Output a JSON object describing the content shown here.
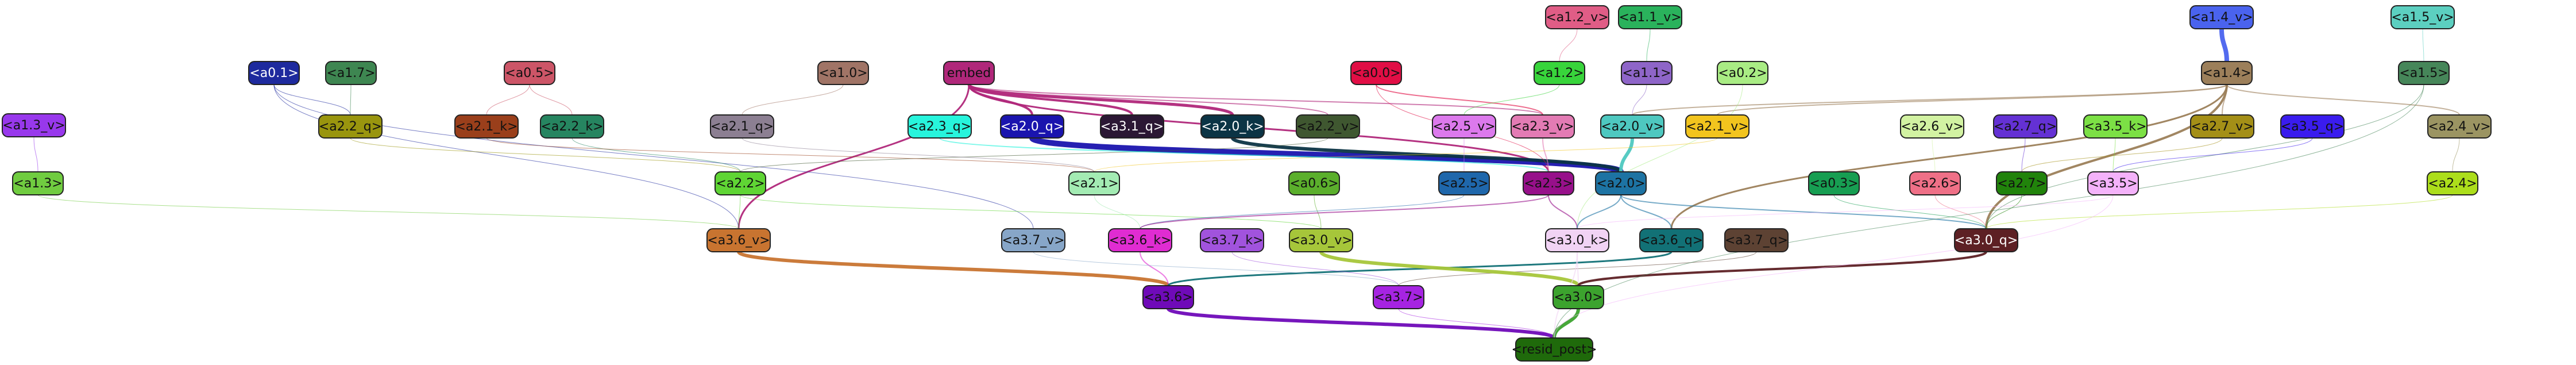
{
  "diagram": {
    "nodes": [
      {
        "id": "a1.2_v",
        "label": "<a1.2_v>",
        "color": "#e05d86",
        "text": "#111"
      },
      {
        "id": "a1.1_v",
        "label": "<a1.1_v>",
        "color": "#2ab25c",
        "text": "#111"
      },
      {
        "id": "a1.4_v",
        "label": "<a1.4_v>",
        "color": "#4a63ee",
        "text": "#111"
      },
      {
        "id": "a1.5_v",
        "label": "<a1.5_v>",
        "color": "#5ccfc0",
        "text": "#111"
      },
      {
        "id": "a0.1",
        "label": "<a0.1>",
        "color": "#1e2a9e",
        "text": "#fff"
      },
      {
        "id": "a1.7",
        "label": "<a1.7>",
        "color": "#3e8651",
        "text": "#111"
      },
      {
        "id": "a0.5",
        "label": "<a0.5>",
        "color": "#cc5567",
        "text": "#111"
      },
      {
        "id": "a1.0",
        "label": "<a1.0>",
        "color": "#a07466",
        "text": "#111"
      },
      {
        "id": "embed",
        "label": "embed",
        "color": "#b0277a",
        "text": "#111"
      },
      {
        "id": "a0.0",
        "label": "<a0.0>",
        "color": "#e10e45",
        "text": "#111"
      },
      {
        "id": "a1.2",
        "label": "<a1.2>",
        "color": "#38d43b",
        "text": "#111"
      },
      {
        "id": "a1.1",
        "label": "<a1.1>",
        "color": "#8e65c8",
        "text": "#111"
      },
      {
        "id": "a0.2",
        "label": "<a0.2>",
        "color": "#a9ec84",
        "text": "#111"
      },
      {
        "id": "a1.4",
        "label": "<a1.4>",
        "color": "#9c7f5a",
        "text": "#111"
      },
      {
        "id": "a1.5",
        "label": "<a1.5>",
        "color": "#468659",
        "text": "#111"
      },
      {
        "id": "a1.3_v",
        "label": "<a1.3_v>",
        "color": "#9838ec",
        "text": "#111"
      },
      {
        "id": "a2.2_q",
        "label": "<a2.2_q>",
        "color": "#99950e",
        "text": "#111"
      },
      {
        "id": "a2.1_k",
        "label": "<a2.1_k>",
        "color": "#9a3f1b",
        "text": "#111"
      },
      {
        "id": "a2.2_k",
        "label": "<a2.2_k>",
        "color": "#268560",
        "text": "#111"
      },
      {
        "id": "a2.1_q",
        "label": "<a2.1_q>",
        "color": "#8c7f92",
        "text": "#111"
      },
      {
        "id": "a2.3_q",
        "label": "<a2.3_q>",
        "color": "#27f4dc",
        "text": "#111"
      },
      {
        "id": "a2.0_q",
        "label": "<a2.0_q>",
        "color": "#1a14ae",
        "text": "#fff"
      },
      {
        "id": "a3.1_q",
        "label": "<a3.1_q>",
        "color": "#2b1734",
        "text": "#fff"
      },
      {
        "id": "a2.0_k",
        "label": "<a2.0_k>",
        "color": "#0b3445",
        "text": "#fff"
      },
      {
        "id": "a2.2_v",
        "label": "<a2.2_v>",
        "color": "#3f5730",
        "text": "#111"
      },
      {
        "id": "a2.5_v",
        "label": "<a2.5_v>",
        "color": "#dc79ec",
        "text": "#111"
      },
      {
        "id": "a2.3_v",
        "label": "<a2.3_v>",
        "color": "#e37bb4",
        "text": "#111"
      },
      {
        "id": "a2.0_v",
        "label": "<a2.0_v>",
        "color": "#4ec8c0",
        "text": "#111"
      },
      {
        "id": "a2.1_v",
        "label": "<a2.1_v>",
        "color": "#f2c41e",
        "text": "#111"
      },
      {
        "id": "a2.6_v",
        "label": "<a2.6_v>",
        "color": "#d2f2a2",
        "text": "#111"
      },
      {
        "id": "a2.7_q",
        "label": "<a2.7_q>",
        "color": "#6431d4",
        "text": "#111"
      },
      {
        "id": "a3.5_k",
        "label": "<a3.5_k>",
        "color": "#7ce045",
        "text": "#111"
      },
      {
        "id": "a2.7_v",
        "label": "<a2.7_v>",
        "color": "#a48f17",
        "text": "#111"
      },
      {
        "id": "a3.5_q",
        "label": "<a3.5_q>",
        "color": "#3a1cee",
        "text": "#111"
      },
      {
        "id": "a2.4_v",
        "label": "<a2.4_v>",
        "color": "#9b9462",
        "text": "#111"
      },
      {
        "id": "a1.3",
        "label": "<a1.3>",
        "color": "#70cc40",
        "text": "#111"
      },
      {
        "id": "a2.2",
        "label": "<a2.2>",
        "color": "#5fd534",
        "text": "#111"
      },
      {
        "id": "a2.1",
        "label": "<a2.1>",
        "color": "#a3ebb3",
        "text": "#111"
      },
      {
        "id": "a0.6",
        "label": "<a0.6>",
        "color": "#5baf2c",
        "text": "#111"
      },
      {
        "id": "a2.5",
        "label": "<a2.5>",
        "color": "#1f67ab",
        "text": "#111"
      },
      {
        "id": "a2.3",
        "label": "<a2.3>",
        "color": "#97108a",
        "text": "#111"
      },
      {
        "id": "a2.0",
        "label": "<a2.0>",
        "color": "#1d73a3",
        "text": "#111"
      },
      {
        "id": "a0.3",
        "label": "<a0.3>",
        "color": "#179e52",
        "text": "#111"
      },
      {
        "id": "a2.6",
        "label": "<a2.6>",
        "color": "#ef7087",
        "text": "#111"
      },
      {
        "id": "a2.7",
        "label": "<a2.7>",
        "color": "#21830b",
        "text": "#111"
      },
      {
        "id": "a3.5",
        "label": "<a3.5>",
        "color": "#f4b2fa",
        "text": "#111"
      },
      {
        "id": "a2.4",
        "label": "<a2.4>",
        "color": "#acde1b",
        "text": "#111"
      },
      {
        "id": "a3.6_v",
        "label": "<a3.6_v>",
        "color": "#c87430",
        "text": "#111"
      },
      {
        "id": "a3.7_v",
        "label": "<a3.7_v>",
        "color": "#87a6c8",
        "text": "#111"
      },
      {
        "id": "a3.6_k",
        "label": "<a3.6_k>",
        "color": "#e02cd2",
        "text": "#111"
      },
      {
        "id": "a3.7_k",
        "label": "<a3.7_k>",
        "color": "#a153dd",
        "text": "#111"
      },
      {
        "id": "a3.0_v",
        "label": "<a3.0_v>",
        "color": "#a6c63a",
        "text": "#111"
      },
      {
        "id": "a3.0_k",
        "label": "<a3.0_k>",
        "color": "#f1d3f4",
        "text": "#111"
      },
      {
        "id": "a3.6_q",
        "label": "<a3.6_q>",
        "color": "#127176",
        "text": "#111"
      },
      {
        "id": "a3.7_q",
        "label": "<a3.7_q>",
        "color": "#5d4233",
        "text": "#111"
      },
      {
        "id": "a3.0_q",
        "label": "<a3.0_q>",
        "color": "#5d2024",
        "text": "#fff"
      },
      {
        "id": "a3.6",
        "label": "<a3.6>",
        "color": "#6f0ab8",
        "text": "#111"
      },
      {
        "id": "a3.7",
        "label": "<a3.7>",
        "color": "#a624e2",
        "text": "#111"
      },
      {
        "id": "a3.0",
        "label": "<a3.0>",
        "color": "#3ca32e",
        "text": "#111"
      },
      {
        "id": "resid_post",
        "label": "<resid_post>",
        "color": "#1f6a0b",
        "text": "#111"
      }
    ],
    "edges": [
      {
        "from": "a1.2_v",
        "to": "a1.2",
        "color": "#e05d86",
        "weight": 1
      },
      {
        "from": "a1.1_v",
        "to": "a1.1",
        "color": "#2ab25c",
        "weight": 1
      },
      {
        "from": "a1.4_v",
        "to": "a1.4",
        "color": "#4a63ee",
        "weight": 8
      },
      {
        "from": "a1.5_v",
        "to": "a1.5",
        "color": "#5ccfc0",
        "weight": 1
      },
      {
        "from": "embed",
        "to": "a2.0_k",
        "color": "#b0277a",
        "weight": 5
      },
      {
        "from": "embed",
        "to": "a3.1_q",
        "color": "#b0277a",
        "weight": 4
      },
      {
        "from": "embed",
        "to": "a2.0_q",
        "color": "#b0277a",
        "weight": 4
      },
      {
        "from": "embed",
        "to": "a3.6_v",
        "color": "#b0277a",
        "weight": 3
      },
      {
        "from": "embed",
        "to": "a2.3",
        "color": "#b0277a",
        "weight": 3
      },
      {
        "from": "embed",
        "to": "a2.3_v",
        "color": "#b0277a",
        "weight": 2
      },
      {
        "from": "embed",
        "to": "a2.2_v",
        "color": "#b0277a",
        "weight": 2
      },
      {
        "from": "a2.0_q",
        "to": "a2.0",
        "color": "#1a14ae",
        "weight": 10
      },
      {
        "from": "a2.0_k",
        "to": "a2.0",
        "color": "#0b3445",
        "weight": 6
      },
      {
        "from": "a2.0_v",
        "to": "a2.0",
        "color": "#4ec8c0",
        "weight": 6
      },
      {
        "from": "a0.0",
        "to": "a2.3_v",
        "color": "#e10e45",
        "weight": 2
      },
      {
        "from": "a0.0",
        "to": "a2.3",
        "color": "#e10e45",
        "weight": 1
      },
      {
        "from": "a1.4",
        "to": "a3.0_q",
        "color": "#9c7f5a",
        "weight": 4
      },
      {
        "from": "a1.4",
        "to": "a3.6_q",
        "color": "#9c7f5a",
        "weight": 3
      },
      {
        "from": "a1.4",
        "to": "a2.1_v",
        "color": "#9c7f5a",
        "weight": 2
      },
      {
        "from": "a1.4",
        "to": "a2.4_v",
        "color": "#9c7f5a",
        "weight": 2
      },
      {
        "from": "a1.4",
        "to": "a2.7_v",
        "color": "#9c7f5a",
        "weight": 2
      },
      {
        "from": "a1.4",
        "to": "a2.0_v",
        "color": "#9c7f5a",
        "weight": 2
      },
      {
        "from": "a1.5",
        "to": "a3.0_q",
        "color": "#468659",
        "weight": 1
      },
      {
        "from": "a0.1",
        "to": "a2.2_q",
        "color": "#1e2a9e",
        "weight": 1
      },
      {
        "from": "a0.1",
        "to": "a3.6_v",
        "color": "#1e2a9e",
        "weight": 1
      },
      {
        "from": "a0.1",
        "to": "a3.7_v",
        "color": "#1e2a9e",
        "weight": 1
      },
      {
        "from": "a0.5",
        "to": "a2.2_k",
        "color": "#cc5567",
        "weight": 1
      },
      {
        "from": "a0.5",
        "to": "a2.1_k",
        "color": "#cc5567",
        "weight": 1
      },
      {
        "from": "a1.0",
        "to": "a2.1_q",
        "color": "#a07466",
        "weight": 1
      },
      {
        "from": "a1.7",
        "to": "a2.2_q",
        "color": "#3e8651",
        "weight": 1
      },
      {
        "from": "a1.2",
        "to": "a2.5_v",
        "color": "#38d43b",
        "weight": 1
      },
      {
        "from": "a1.1",
        "to": "a2.0_v",
        "color": "#8e65c8",
        "weight": 1
      },
      {
        "from": "a0.2",
        "to": "a3.0_k",
        "color": "#a9ec84",
        "weight": 1
      },
      {
        "from": "a1.3_v",
        "to": "a1.3",
        "color": "#9838ec",
        "weight": 1
      },
      {
        "from": "a2.2_q",
        "to": "a2.2",
        "color": "#99950e",
        "weight": 1
      },
      {
        "from": "a2.2_k",
        "to": "a2.2",
        "color": "#268560",
        "weight": 1
      },
      {
        "from": "a2.2_v",
        "to": "a2.2",
        "color": "#3f5730",
        "weight": 1
      },
      {
        "from": "a2.1_k",
        "to": "a2.1",
        "color": "#9a3f1b",
        "weight": 1
      },
      {
        "from": "a2.1_q",
        "to": "a2.1",
        "color": "#8c7f92",
        "weight": 1
      },
      {
        "from": "a2.1_v",
        "to": "a2.1",
        "color": "#f2c41e",
        "weight": 1
      },
      {
        "from": "a2.3_q",
        "to": "a2.3",
        "color": "#27f4dc",
        "weight": 2
      },
      {
        "from": "a2.3_v",
        "to": "a2.3",
        "color": "#e37bb4",
        "weight": 2
      },
      {
        "from": "a2.5_v",
        "to": "a2.5",
        "color": "#dc79ec",
        "weight": 1
      },
      {
        "from": "a2.6_v",
        "to": "a2.6",
        "color": "#d2f2a2",
        "weight": 1
      },
      {
        "from": "a2.7_q",
        "to": "a2.7",
        "color": "#6431d4",
        "weight": 1
      },
      {
        "from": "a2.7_v",
        "to": "a2.7",
        "color": "#a48f17",
        "weight": 1
      },
      {
        "from": "a3.5_k",
        "to": "a3.5",
        "color": "#7ce045",
        "weight": 1
      },
      {
        "from": "a3.5_q",
        "to": "a3.5",
        "color": "#3a1cee",
        "weight": 1
      },
      {
        "from": "a2.4_v",
        "to": "a2.4",
        "color": "#9b9462",
        "weight": 1
      },
      {
        "from": "a1.3",
        "to": "a3.6_v",
        "color": "#70cc40",
        "weight": 1
      },
      {
        "from": "a2.2",
        "to": "a3.6_v",
        "color": "#5fd534",
        "weight": 1
      },
      {
        "from": "a2.2",
        "to": "a3.0_v",
        "color": "#5fd534",
        "weight": 1
      },
      {
        "from": "a2.1",
        "to": "a3.6_k",
        "color": "#a3ebb3",
        "weight": 1
      },
      {
        "from": "a0.6",
        "to": "a3.0_v",
        "color": "#5baf2c",
        "weight": 1
      },
      {
        "from": "a2.5",
        "to": "a3.6_k",
        "color": "#1f67ab",
        "weight": 1
      },
      {
        "from": "a2.3",
        "to": "a3.0_k",
        "color": "#97108a",
        "weight": 2
      },
      {
        "from": "a2.3",
        "to": "a3.6_k",
        "color": "#97108a",
        "weight": 2
      },
      {
        "from": "a2.0",
        "to": "a3.6_q",
        "color": "#1d73a3",
        "weight": 2
      },
      {
        "from": "a2.0",
        "to": "a3.0_k",
        "color": "#1d73a3",
        "weight": 2
      },
      {
        "from": "a2.0",
        "to": "a3.0_q",
        "color": "#1d73a3",
        "weight": 2
      },
      {
        "from": "a0.3",
        "to": "a3.0_q",
        "color": "#179e52",
        "weight": 1
      },
      {
        "from": "a2.6",
        "to": "a3.0_q",
        "color": "#ef7087",
        "weight": 1
      },
      {
        "from": "a2.7",
        "to": "a3.0_q",
        "color": "#21830b",
        "weight": 1
      },
      {
        "from": "a3.5",
        "to": "a3.0_k",
        "color": "#f4b2fa",
        "weight": 1
      },
      {
        "from": "a2.4",
        "to": "a3.0_q",
        "color": "#acde1b",
        "weight": 1
      },
      {
        "from": "a3.6_v",
        "to": "a3.6",
        "color": "#c87430",
        "weight": 6
      },
      {
        "from": "a3.6_k",
        "to": "a3.6",
        "color": "#e02cd2",
        "weight": 2
      },
      {
        "from": "a3.6_q",
        "to": "a3.6",
        "color": "#127176",
        "weight": 3
      },
      {
        "from": "a3.7_v",
        "to": "a3.7",
        "color": "#87a6c8",
        "weight": 1
      },
      {
        "from": "a3.7_k",
        "to": "a3.7",
        "color": "#a153dd",
        "weight": 1
      },
      {
        "from": "a3.7_q",
        "to": "a3.7",
        "color": "#5d4233",
        "weight": 1
      },
      {
        "from": "a3.0_v",
        "to": "a3.0",
        "color": "#a6c63a",
        "weight": 6
      },
      {
        "from": "a3.0_k",
        "to": "a3.0",
        "color": "#f1d3f4",
        "weight": 2
      },
      {
        "from": "a3.0_q",
        "to": "a3.0",
        "color": "#5d2024",
        "weight": 4
      },
      {
        "from": "a3.6",
        "to": "resid_post",
        "color": "#6f0ab8",
        "weight": 6
      },
      {
        "from": "a3.7",
        "to": "resid_post",
        "color": "#a624e2",
        "weight": 1
      },
      {
        "from": "a3.0",
        "to": "resid_post",
        "color": "#3ca32e",
        "weight": 6
      },
      {
        "from": "a3.0_k",
        "to": "resid_post",
        "color": "#f1d3f4",
        "weight": 2
      },
      {
        "from": "a1.5",
        "to": "resid_post",
        "color": "#468659",
        "weight": 1
      },
      {
        "from": "a3.5",
        "to": "resid_post",
        "color": "#f4b2fa",
        "weight": 1
      }
    ]
  }
}
